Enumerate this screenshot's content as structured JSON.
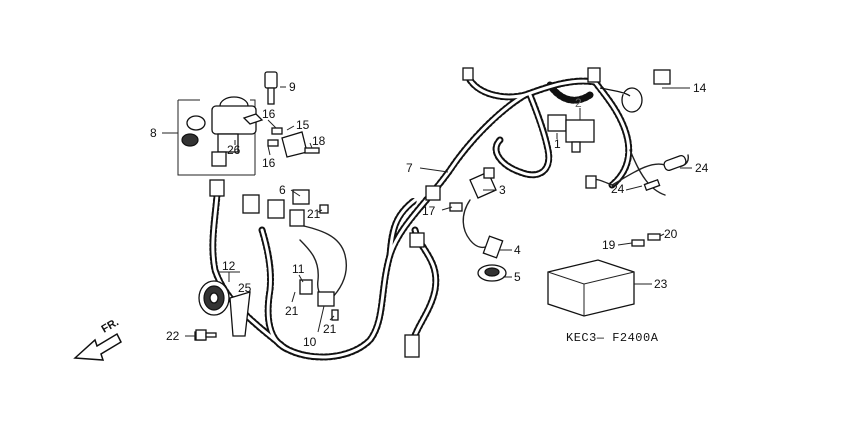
{
  "diagram_code": "KEC3— F2400A",
  "direction_label": "FR.",
  "callouts": [
    {
      "id": "c1",
      "text": "1"
    },
    {
      "id": "c2",
      "text": "2"
    },
    {
      "id": "c3",
      "text": "3"
    },
    {
      "id": "c4",
      "text": "4"
    },
    {
      "id": "c5",
      "text": "5"
    },
    {
      "id": "c6",
      "text": "6"
    },
    {
      "id": "c7",
      "text": "7"
    },
    {
      "id": "c8",
      "text": "8"
    },
    {
      "id": "c9",
      "text": "9"
    },
    {
      "id": "c10",
      "text": "10"
    },
    {
      "id": "c11",
      "text": "11"
    },
    {
      "id": "c12",
      "text": "12"
    },
    {
      "id": "c14",
      "text": "14"
    },
    {
      "id": "c15",
      "text": "15"
    },
    {
      "id": "c16a",
      "text": "16"
    },
    {
      "id": "c16b",
      "text": "16"
    },
    {
      "id": "c17",
      "text": "17"
    },
    {
      "id": "c18",
      "text": "18"
    },
    {
      "id": "c19",
      "text": "19"
    },
    {
      "id": "c20",
      "text": "20"
    },
    {
      "id": "c21a",
      "text": "21"
    },
    {
      "id": "c21b",
      "text": "21"
    },
    {
      "id": "c21c",
      "text": "21"
    },
    {
      "id": "c22",
      "text": "22"
    },
    {
      "id": "c23",
      "text": "23"
    },
    {
      "id": "c24a",
      "text": "24"
    },
    {
      "id": "c24b",
      "text": "24"
    },
    {
      "id": "c25",
      "text": "25"
    },
    {
      "id": "c26",
      "text": "26"
    }
  ]
}
